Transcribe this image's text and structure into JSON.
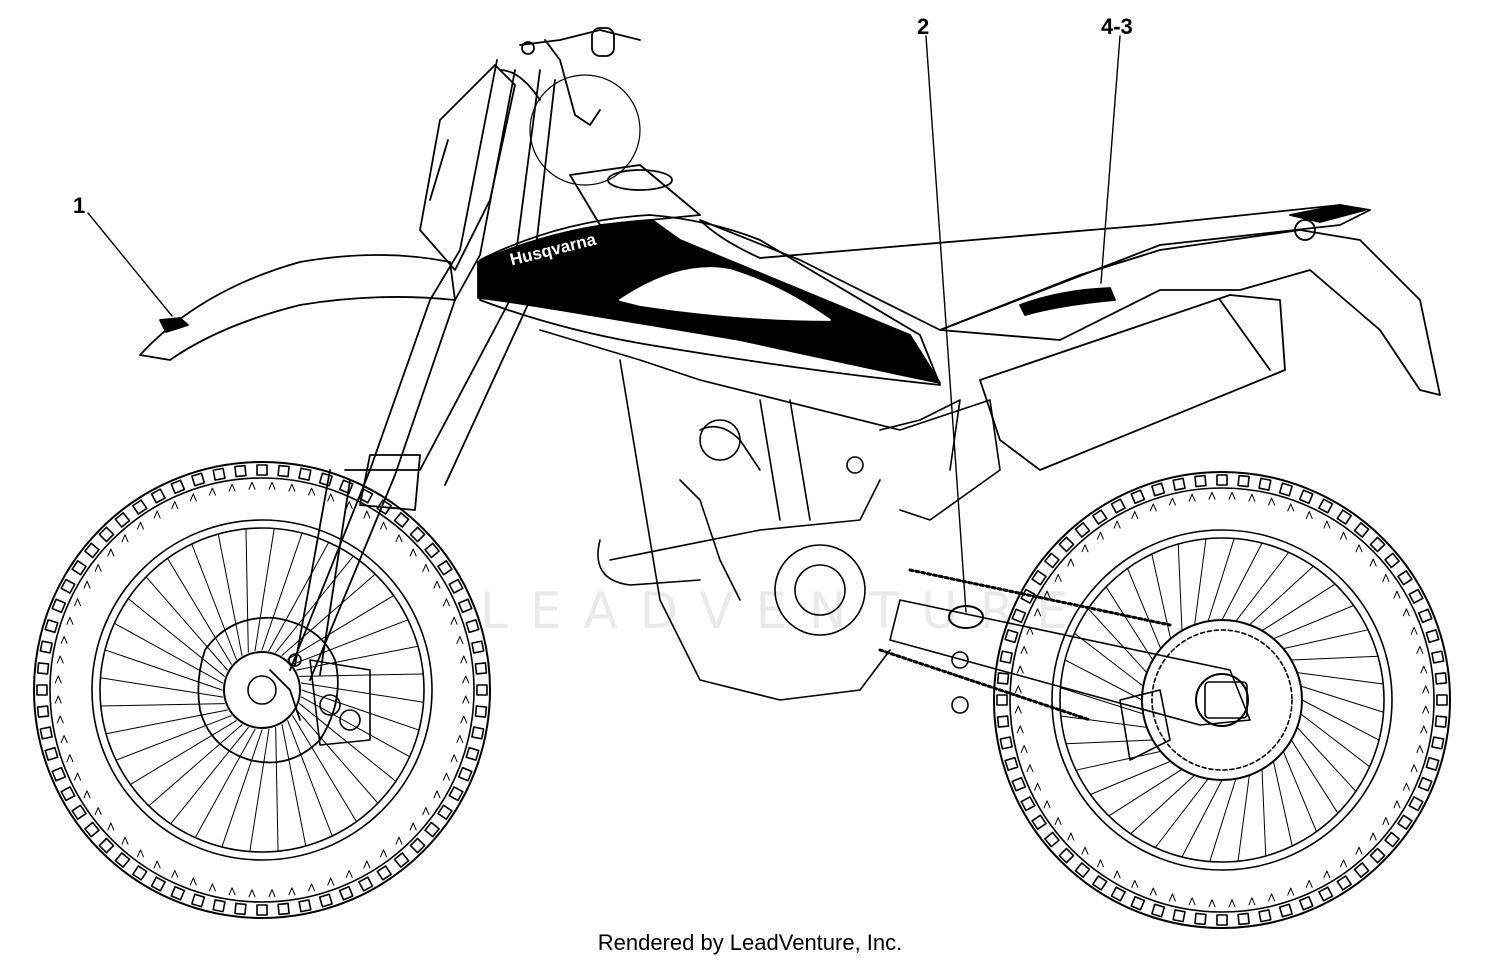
{
  "callouts": {
    "c1": "1",
    "c2": "2",
    "c3": "4-3"
  },
  "decal": {
    "brand": "Husqvarna"
  },
  "watermark": "LEADVENTURE",
  "footer": "Rendered by LeadVenture, Inc."
}
